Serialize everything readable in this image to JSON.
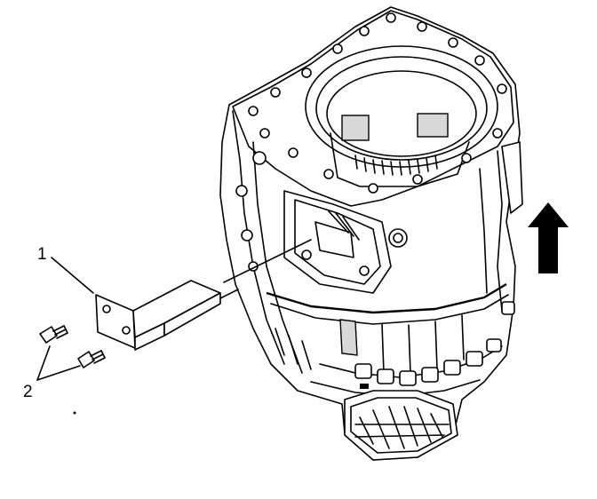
{
  "callouts": [
    {
      "id": "1",
      "label": "1"
    },
    {
      "id": "2",
      "label": "2"
    }
  ],
  "icons": {
    "direction_arrow": "up-arrow-icon"
  },
  "colors": {
    "line": "#000000",
    "background": "#ffffff"
  }
}
